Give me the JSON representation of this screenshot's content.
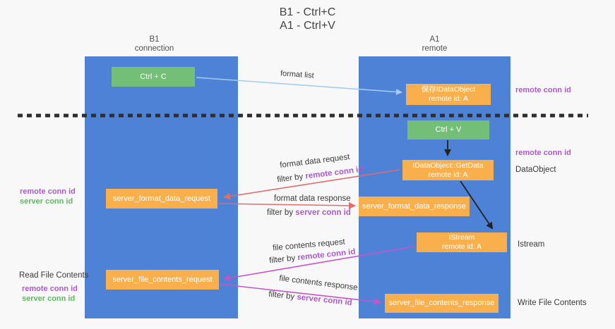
{
  "title": {
    "line1": "B1 - Ctrl+C",
    "line2": "A1 - Ctrl+V"
  },
  "columns": {
    "left": {
      "id": "B1",
      "role": "connection"
    },
    "right": {
      "id": "A1",
      "role": "remote"
    }
  },
  "nodes": {
    "ctrl_c": {
      "label": "Ctrl + C"
    },
    "ctrl_v": {
      "label": "Ctrl + V"
    },
    "save_idataobject": {
      "line1": "保存IDataObject",
      "line2": "remote id: A"
    },
    "idataobject_getdata": {
      "line1": "IDataObject::GetData",
      "line2": "remote id: A"
    },
    "istream_node": {
      "line1": "IStream",
      "line2": "remote id: A"
    },
    "server_format_data_request": {
      "label": "server_format_data_request"
    },
    "server_format_data_response": {
      "label": "server_format_data_response"
    },
    "server_file_contents_request": {
      "label": "server_file_contents_request"
    },
    "server_file_contents_response": {
      "label": "server_file_contents_response"
    }
  },
  "annotations": {
    "format_list": "format list",
    "format_data_request": "format data request",
    "format_data_response": "format data response",
    "file_contents_request": "file contents request",
    "file_contents_response": "file contents response",
    "filter_by": "filter by",
    "remote_conn_id": "remote conn id",
    "server_conn_id": "server conn id",
    "read_file_contents": "Read File Contents",
    "write_file_contents": "Write File Contents",
    "dataobject_label": "DataObject",
    "istream_label": "Istream"
  },
  "colors": {
    "column_blue": "#4d82d6",
    "box_orange": "#f9b04c",
    "box_green": "#74bf77",
    "arrow_light_blue": "#a3cdef",
    "arrow_red": "#e06c6c",
    "arrow_magenta": "#c853c8",
    "arrow_black": "#222222",
    "label_purple": "#ab59c9",
    "label_green": "#5cb85c",
    "dashed_line": "#2e2e2e",
    "background": "#f8f8f9",
    "text_dark": "#3a3a3a"
  }
}
